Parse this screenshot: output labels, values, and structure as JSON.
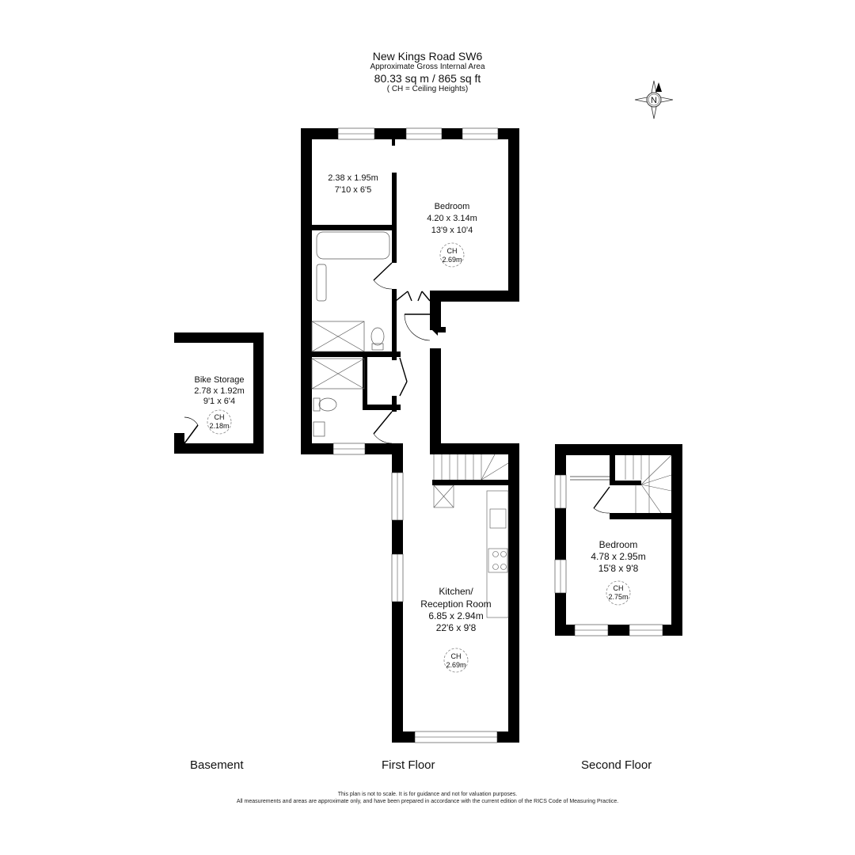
{
  "header": {
    "title": "New Kings Road SW6",
    "subtitle": "Approximate Gross Internal Area",
    "area": "80.33 sq m / 865 sq ft",
    "ch_note": "( CH = Ceiling Heights)"
  },
  "compass": {
    "icon": "north-compass-icon",
    "label": "N"
  },
  "floors": {
    "basement": {
      "label": "Basement",
      "rooms": [
        {
          "name": "Bike Storage",
          "metric": "2.78 x 1.92m",
          "imperial": "9'1 x 6'4",
          "ch_label": "CH",
          "ch_value": "2.18m"
        }
      ]
    },
    "first": {
      "label": "First Floor",
      "rooms": [
        {
          "name": "",
          "metric": "2.38 x 1.95m",
          "imperial": "7'10 x 6'5"
        },
        {
          "name": "Bedroom",
          "metric": "4.20 x 3.14m",
          "imperial": "13'9 x 10'4",
          "ch_label": "CH",
          "ch_value": "2.69m"
        },
        {
          "name": "Kitchen/",
          "name2": "Reception Room",
          "metric": "6.85 x 2.94m",
          "imperial": "22'6 x 9'8",
          "ch_label": "CH",
          "ch_value": "2.69m"
        }
      ]
    },
    "second": {
      "label": "Second Floor",
      "rooms": [
        {
          "name": "Bedroom",
          "metric": "4.78 x 2.95m",
          "imperial": "15'8 x 9'8",
          "ch_label": "CH",
          "ch_value": "2.75m"
        }
      ]
    }
  },
  "colors": {
    "wall": "#000000",
    "background": "#ffffff",
    "line": "#333333"
  },
  "disclaimer": {
    "line1": "This plan is not to scale. It is for guidance and not for valuation purposes.",
    "line2": "All measurements and areas are approximate only, and have been prepared in accordance with the current edition of the RICS Code of Measuring Practice."
  }
}
